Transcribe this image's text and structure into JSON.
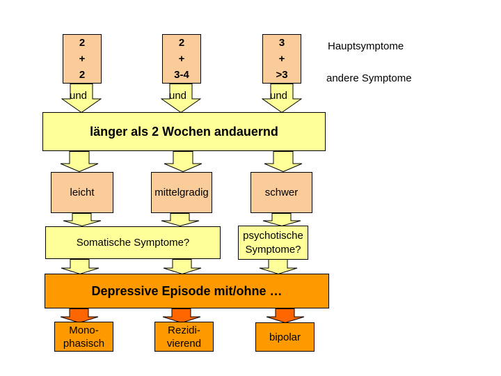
{
  "legend": {
    "hauptsymptome": "Hauptsymptome",
    "andere_symptome": "andere Symptome"
  },
  "criteria_boxes": [
    "2\n+\n2",
    "2\n+\n3-4",
    "3\n+\n>3"
  ],
  "connector_label": "und",
  "duration_box": "länger als 2 Wochen andauernd",
  "severity_boxes": [
    "leicht",
    "mittelgradig",
    "schwer"
  ],
  "question_boxes": {
    "somatic": "Somatische Symptome?",
    "psychotic": "psychotische\nSymptome?"
  },
  "episode_box": "Depressive Episode mit/ohne …",
  "course_boxes": [
    "Mono-\nphasisch",
    "Rezidi-\nvierend",
    "bipolar"
  ],
  "colors": {
    "criteria_fill": "#FACC99",
    "yellow_fill": "#FFFF99",
    "episode_fill": "#FF9900",
    "arrow_orange_fill": "#FF6600",
    "border": "#000000",
    "background": "#FFFFFF"
  }
}
